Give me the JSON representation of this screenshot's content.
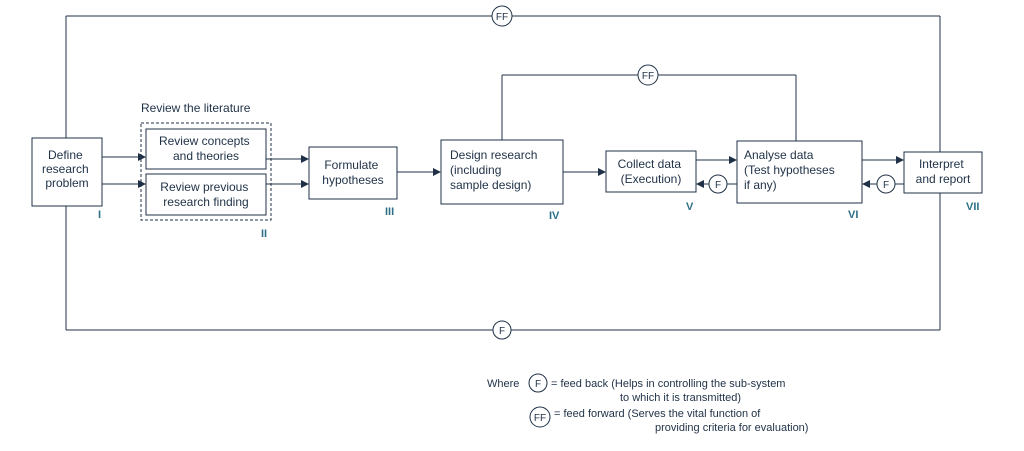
{
  "steps": {
    "define": {
      "lines": [
        "Define",
        "research",
        "problem"
      ],
      "numeral": "I"
    },
    "literature": {
      "heading": "Review the literature",
      "concepts": [
        "Review concepts",
        "and theories"
      ],
      "previous": [
        "Review previous",
        "research finding"
      ],
      "numeral": "II"
    },
    "hypotheses": {
      "lines": [
        "Formulate",
        "hypotheses"
      ],
      "numeral": "III"
    },
    "design": {
      "lines": [
        "Design research",
        "(including",
        "sample design)"
      ],
      "numeral": "IV"
    },
    "collect": {
      "lines": [
        "Collect data",
        "(Execution)"
      ],
      "numeral": "V"
    },
    "analyse": {
      "lines": [
        "Analyse data",
        "(Test hypotheses",
        "if any)"
      ],
      "numeral": "VI"
    },
    "interpret": {
      "lines": [
        "Interpret",
        "and report"
      ],
      "numeral": "VII"
    }
  },
  "markers": {
    "feedback": "F",
    "feedforward": "FF"
  },
  "legend": {
    "prefix": "Where",
    "feedback": [
      "= feed back (Helps in controlling the sub-system",
      "to which it is transmitted)"
    ],
    "feedforward": [
      "= feed forward (Serves the vital function of",
      "providing criteria for evaluation)"
    ]
  },
  "colors": {
    "line": "#1f3147",
    "numeral": "#2d6f86"
  }
}
